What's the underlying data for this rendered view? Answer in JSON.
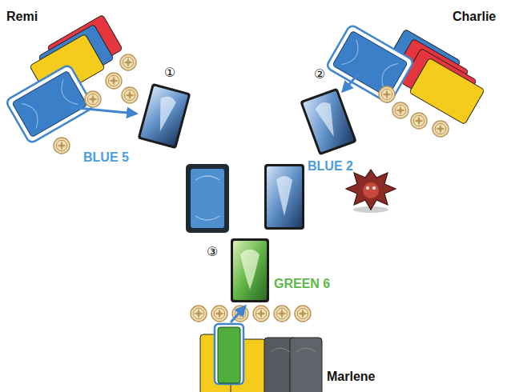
{
  "diagram": {
    "labels": [
      "Remi",
      "Charlie",
      "①",
      "②",
      "BLUE 5",
      "BLUE 2",
      "③",
      "GREEN 6",
      "Marlene"
    ]
  }
}
